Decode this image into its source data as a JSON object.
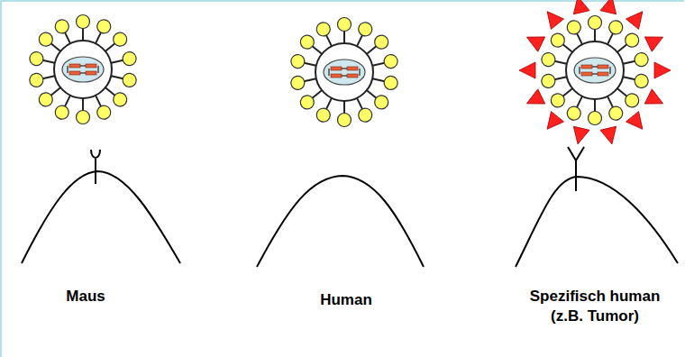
{
  "diagram": {
    "labels": [
      "Maus",
      "Human",
      "Spezifisch human (z.B. Tumor)"
    ]
  }
}
